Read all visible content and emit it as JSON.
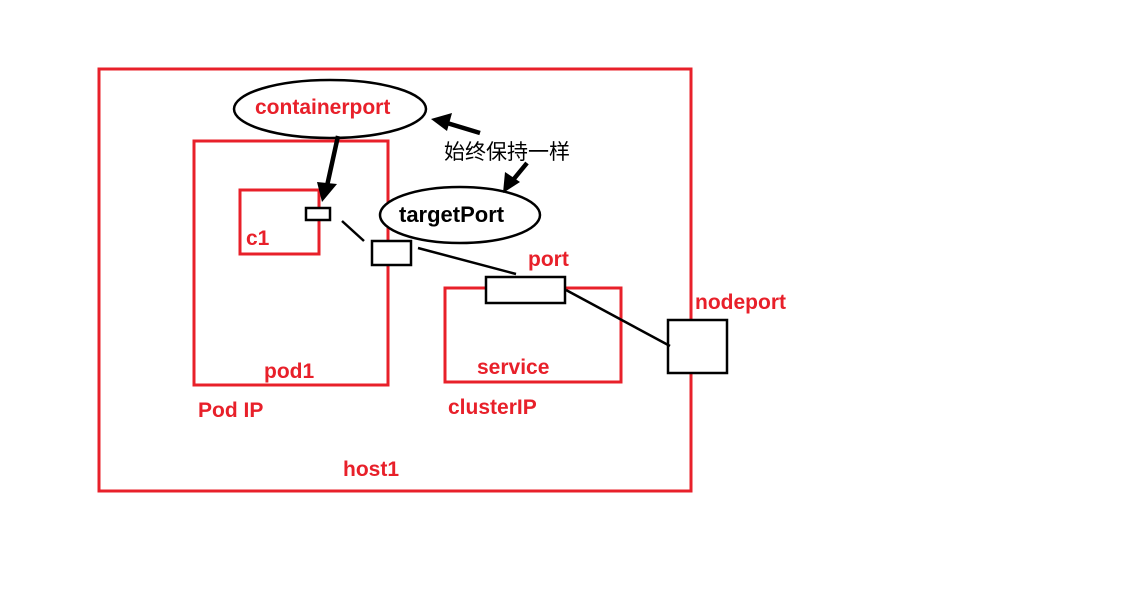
{
  "colors": {
    "red": "#e8202a",
    "black": "#000000",
    "background": "#ffffff"
  },
  "labels": {
    "containerport": "containerport",
    "targetport": "targetPort",
    "keep_same": "始终保持一样",
    "c1": "c1",
    "port": "port",
    "nodeport": "nodeport",
    "pod1": "pod1",
    "service": "service",
    "pod_ip": "Pod IP",
    "cluster_ip": "clusterIP",
    "host1": "host1"
  }
}
